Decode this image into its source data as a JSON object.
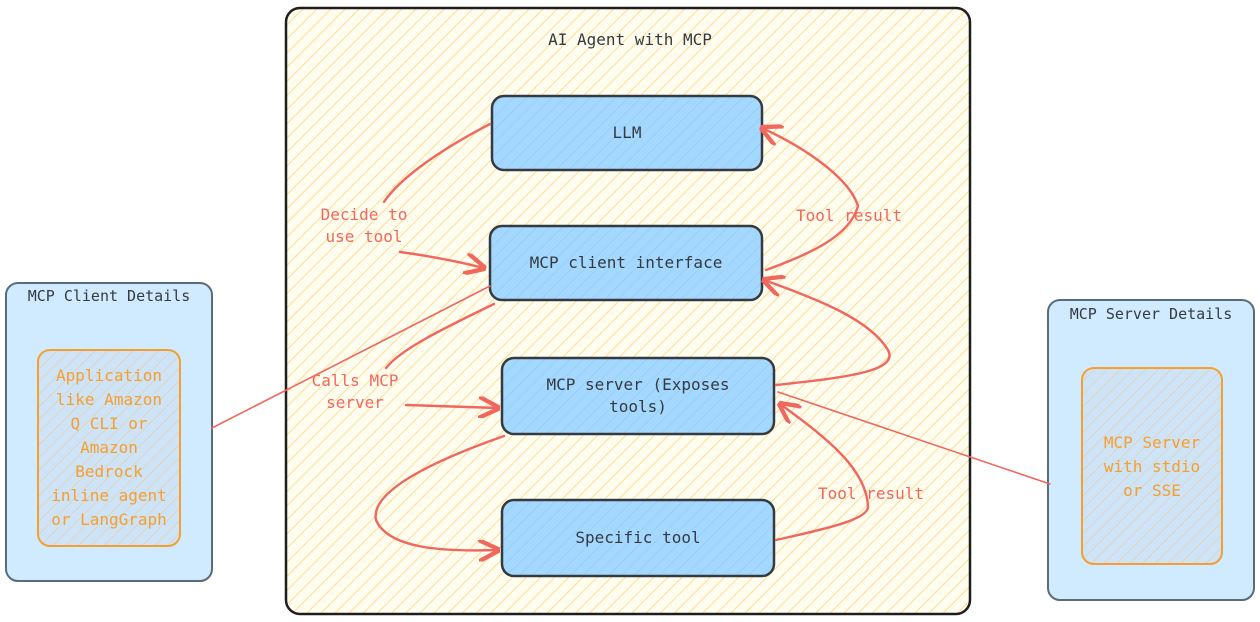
{
  "diagram": {
    "title": "AI Agent with MCP",
    "nodes": {
      "llm": "LLM",
      "mcp_client_interface": "MCP client interface",
      "mcp_server": "MCP server (Exposes\ntools)",
      "specific_tool": "Specific tool"
    },
    "edge_labels": {
      "decide": "Decide to\nuse tool",
      "tool_result_top": "Tool result",
      "calls_server": "Calls MCP\nserver",
      "tool_result_bottom": "Tool result"
    },
    "client_panel": {
      "title": "MCP Client Details",
      "body": "Application\nlike Amazon\nQ CLI or\nAmazon\nBedrock\ninline agent\nor LangGraph"
    },
    "server_panel": {
      "title": "MCP Server Details",
      "body": "MCP Server\nwith stdio\nor SSE"
    },
    "colors": {
      "agent_fill": "#fff3bf",
      "agent_hatch": "#fcd34d",
      "node_fill": "#a5d8ff",
      "panel_fill": "#d0ebff",
      "stroke": "#343a40",
      "arrow": "#f0675d",
      "inner_box": "#f59f2e"
    }
  }
}
